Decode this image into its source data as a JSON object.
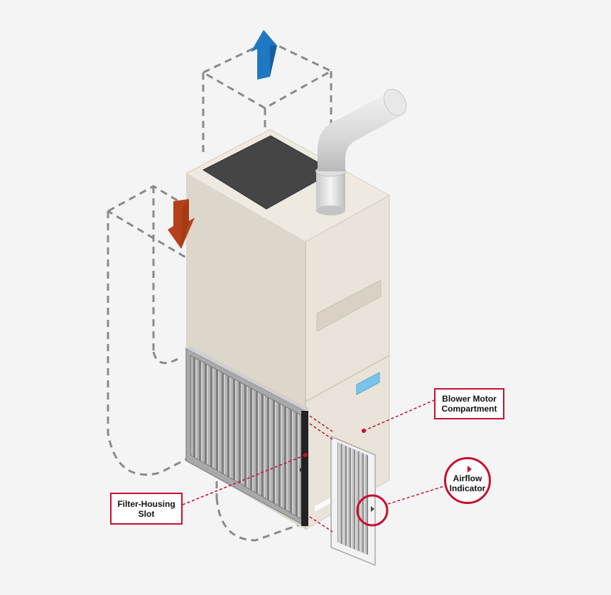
{
  "colors": {
    "background": "#f4f4f4",
    "cabinet_front": "#ddd6cb",
    "cabinet_side": "#e9e3d9",
    "cabinet_top": "#efeae1",
    "top_opening": "#454545",
    "supply_arrow": "#1f78c1",
    "return_arrow": "#b5401c",
    "duct_outline": "#8a8a8a",
    "callout_border": "#c8102e",
    "leader_line": "#c8102e",
    "vent_window": "#7cc3ea",
    "filter_frame": "#9b9b9b",
    "filter_pleat": "#8f8f8f"
  },
  "icons": {
    "supply": "up-arrow-icon",
    "return": "down-arrow-icon",
    "airflow": "airflow-arrowhead-icon"
  },
  "callouts": {
    "blower_motor": {
      "line1": "Blower Motor",
      "line2": "Compartment"
    },
    "filter_housing": {
      "line1": "Filter-Housing",
      "line2": "Slot"
    },
    "airflow_indicator": {
      "line1": "Airflow",
      "line2": "Indicator"
    }
  }
}
